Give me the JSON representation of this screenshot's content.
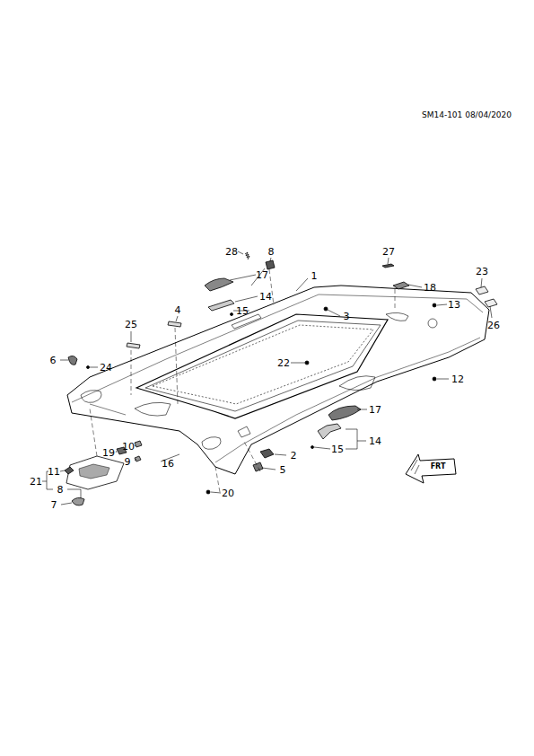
{
  "diagram": {
    "labels": [
      "SM14-101 08/04/2020",
      "28",
      "8",
      "17",
      "14",
      "15",
      "1",
      "27",
      "18",
      "23",
      "13",
      "26",
      "3",
      "25",
      "4",
      "6",
      "24",
      "22",
      "12",
      "17",
      "14",
      "15",
      "2",
      "5",
      "20",
      "16",
      "19",
      "10",
      "9",
      "11",
      "21",
      "8",
      "7",
      "FRT"
    ]
  }
}
